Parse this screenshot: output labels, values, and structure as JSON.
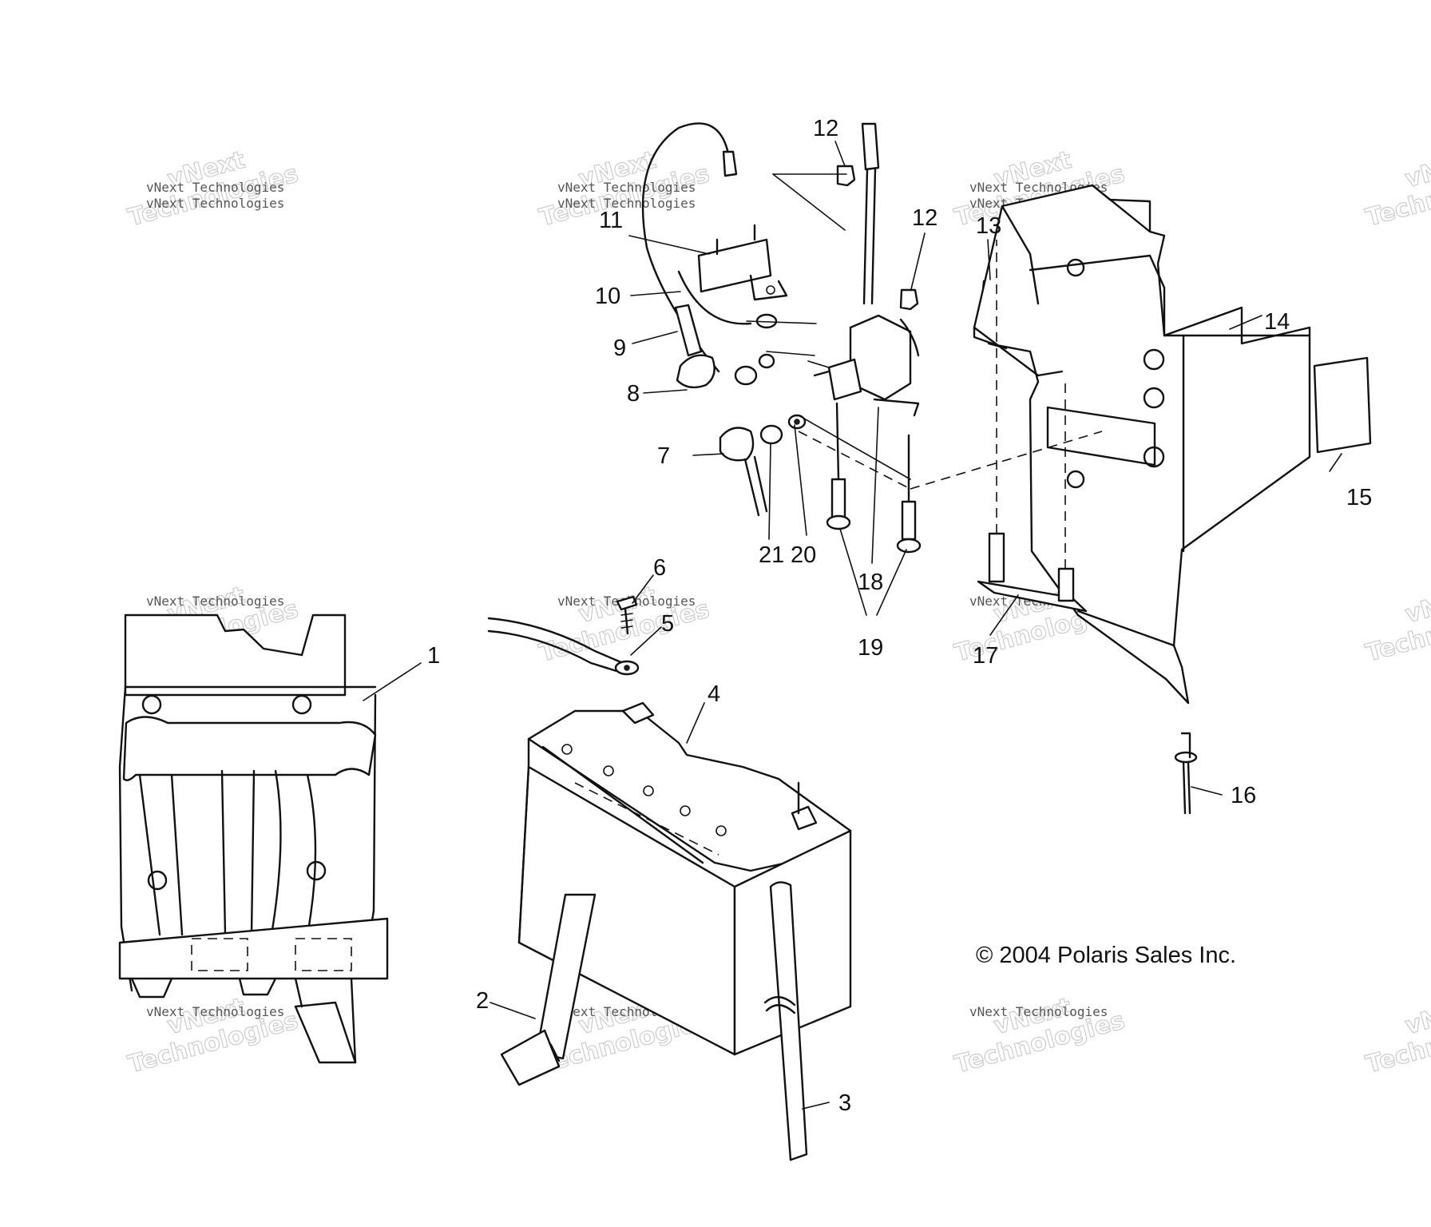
{
  "callouts": [
    "1",
    "2",
    "3",
    "4",
    "5",
    "6",
    "7",
    "8",
    "9",
    "10",
    "11",
    "12",
    "12",
    "13",
    "14",
    "15",
    "16",
    "17",
    "18",
    "19",
    "20",
    "21"
  ],
  "copyright": "© 2004 Polaris Sales Inc.",
  "watermark": {
    "line1": "vNext",
    "line2": "Technologies",
    "small": "vNext Technologies"
  }
}
